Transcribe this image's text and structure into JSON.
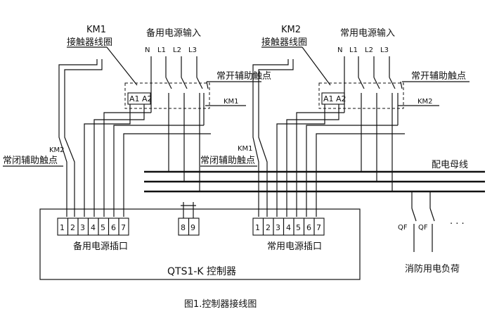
{
  "left_group": {
    "km_label": "KM1",
    "coil_label": "接触器线圈",
    "source_label": "备用电源输入",
    "phases": [
      "N",
      "L1",
      "L2",
      "L3"
    ],
    "no_aux_label": "常开辅助触点",
    "contact_tag": "KM1",
    "coil_terminals": "A1 A2"
  },
  "right_group": {
    "km_label": "KM2",
    "coil_label": "接触器线圈",
    "source_label": "常用电源输入",
    "phases": [
      "N",
      "L1",
      "L2",
      "L3"
    ],
    "no_aux_label": "常开辅助触点",
    "contact_tag": "KM2",
    "coil_terminals": "A1 A2"
  },
  "nc_left": {
    "tag": "KM2",
    "label": "常闭辅助触点"
  },
  "nc_right": {
    "tag": "KM1",
    "label": "常闭辅助触点"
  },
  "busbar_label": "配电母线",
  "controller": {
    "name": "QTS1-K  控制器",
    "left_terminals": [
      "1",
      "2",
      "3",
      "4",
      "5",
      "6",
      "7"
    ],
    "left_label": "备用电源插口",
    "mid_terminals": [
      "8",
      "9"
    ],
    "right_terminals": [
      "1",
      "2",
      "3",
      "4",
      "5",
      "6",
      "7"
    ],
    "right_label": "常用电源插口"
  },
  "load": {
    "breaker_labels": [
      "QF",
      "QF"
    ],
    "ellipsis": "· · ·",
    "label": "消防用电负荷"
  },
  "caption": "图1.控制器接线图"
}
